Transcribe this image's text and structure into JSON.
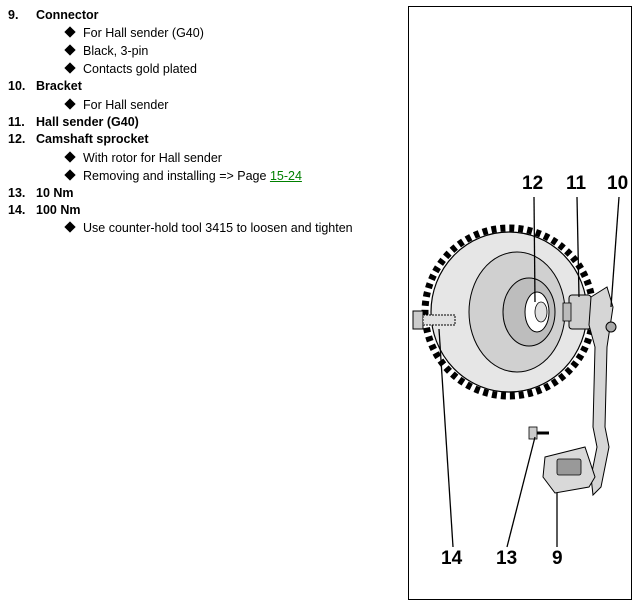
{
  "parts": [
    {
      "number": "9.",
      "title": "Connector",
      "bullets": [
        "For Hall sender (G40)",
        "Black, 3-pin",
        "Contacts gold plated"
      ]
    },
    {
      "number": "10.",
      "title": "Bracket",
      "bullets": [
        "For Hall sender"
      ]
    },
    {
      "number": "11.",
      "title": "Hall sender (G40)",
      "bullets": []
    },
    {
      "number": "12.",
      "title": "Camshaft sprocket",
      "bullets": [
        "With rotor for Hall sender"
      ]
    },
    {
      "number": "13.",
      "title": "10 Nm",
      "bullets": []
    },
    {
      "number": "14.",
      "title": "100 Nm",
      "bullets": [
        "Use counter-hold tool 3415 to loosen and tighten"
      ]
    }
  ],
  "install_bullet": {
    "text": "Removing and installing => Page ",
    "link": "15-24"
  },
  "figure": {
    "callouts": {
      "c12": "12",
      "c11": "11",
      "c10": "10",
      "c14": "14",
      "c13": "13",
      "c9": "9"
    }
  }
}
